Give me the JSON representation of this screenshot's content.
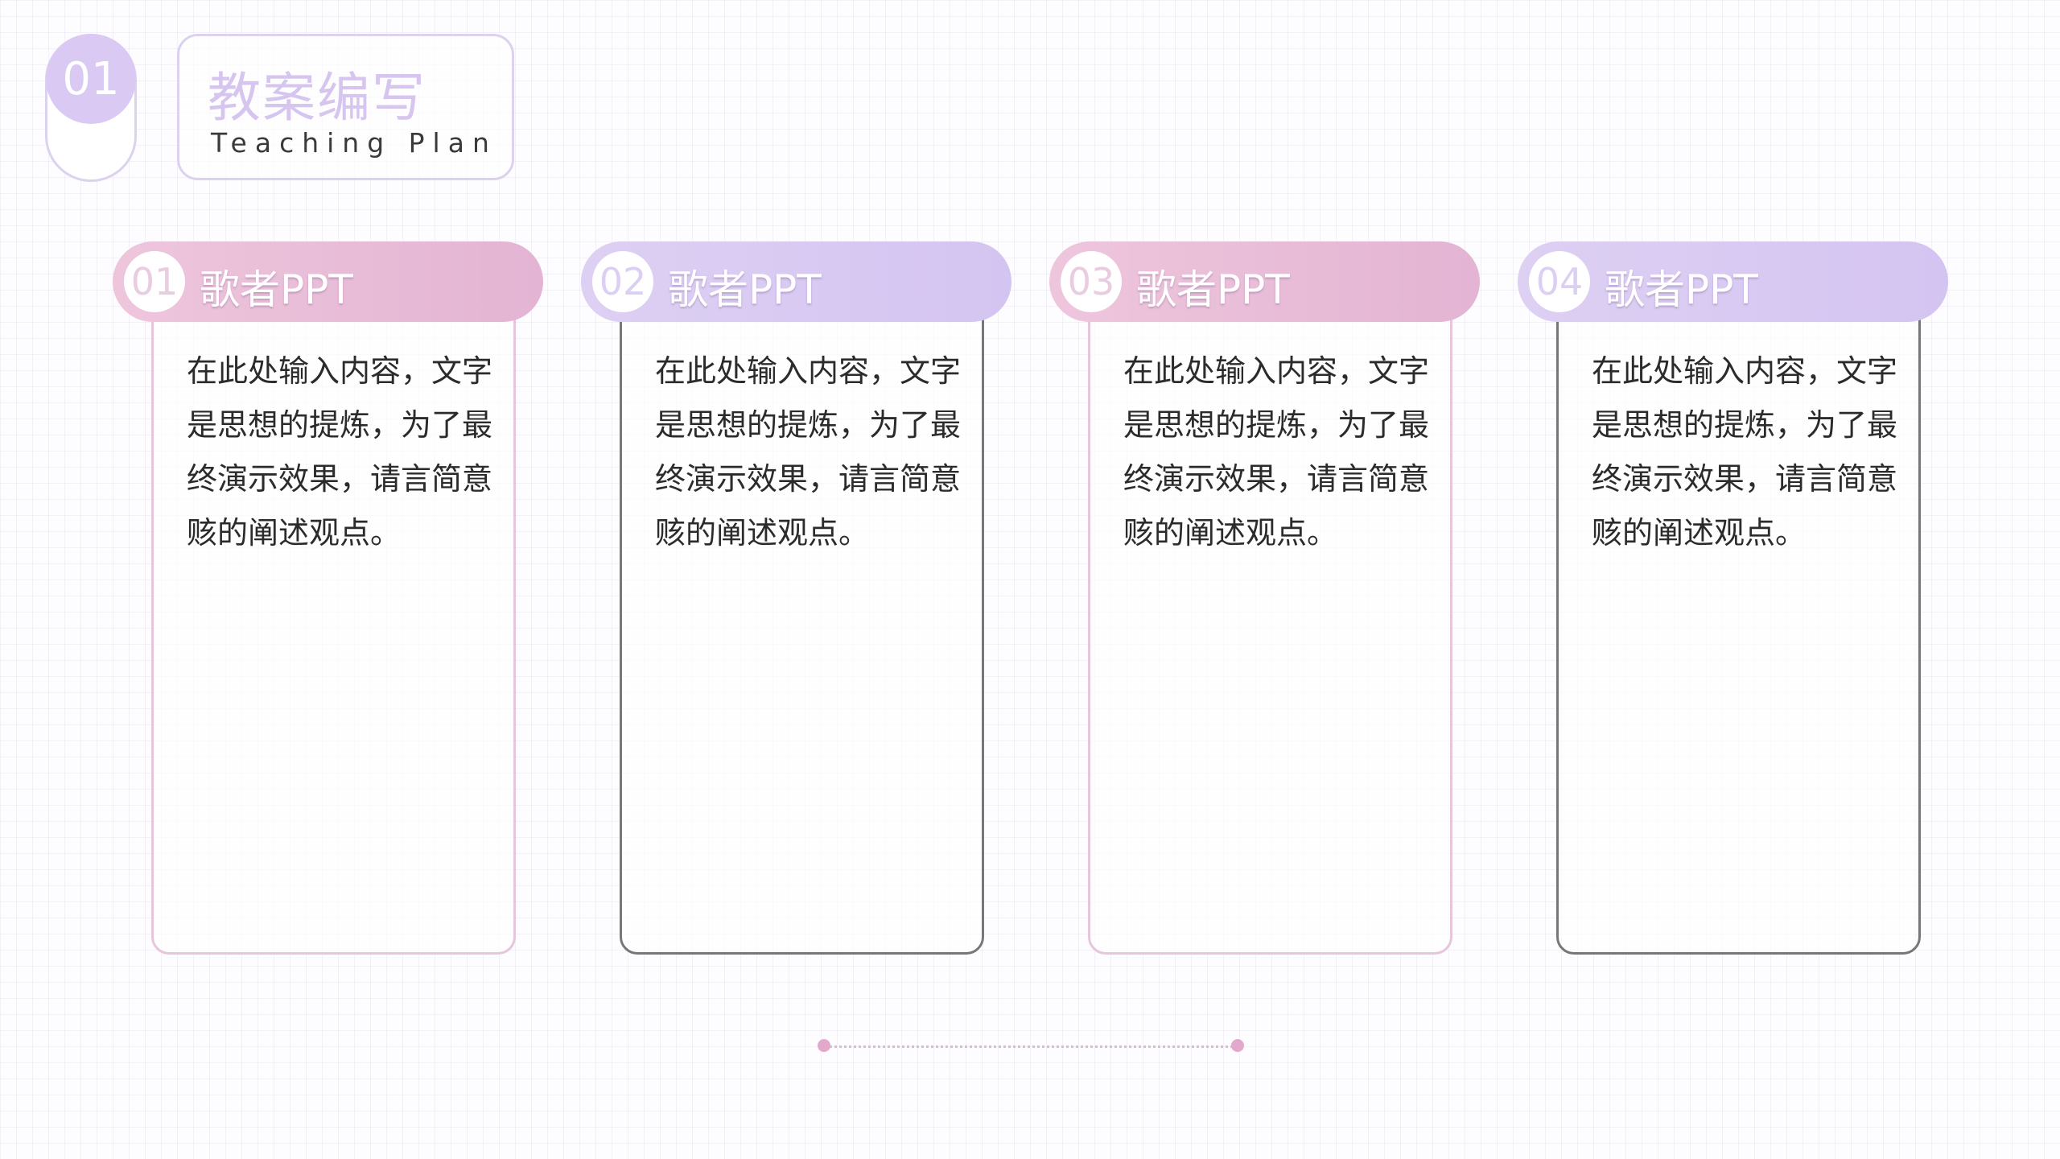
{
  "header": {
    "badge_number": "01",
    "title_cn": "教案编写",
    "title_en": "Teaching Plan"
  },
  "cards": [
    {
      "number": "01",
      "title": "歌者PPT",
      "text": "在此处输入内容，文字是思想的提炼，为了最终演示效果，请言简意赅的阐述观点。"
    },
    {
      "number": "02",
      "title": "歌者PPT",
      "text": "在此处输入内容，文字是思想的提炼，为了最终演示效果，请言简意赅的阐述观点。"
    },
    {
      "number": "03",
      "title": "歌者PPT",
      "text": "在此处输入内容，文字是思想的提炼，为了最终演示效果，请言简意赅的阐述观点。"
    },
    {
      "number": "04",
      "title": "歌者PPT",
      "text": "在此处输入内容，文字是思想的提炼，为了最终演示效果，请言简意赅的阐述观点。"
    }
  ],
  "colors": {
    "pink_accent": "#e3b4d3",
    "purple_accent": "#d4c4f1",
    "border_dark": "#777777",
    "border_pink": "#e6c6da"
  }
}
